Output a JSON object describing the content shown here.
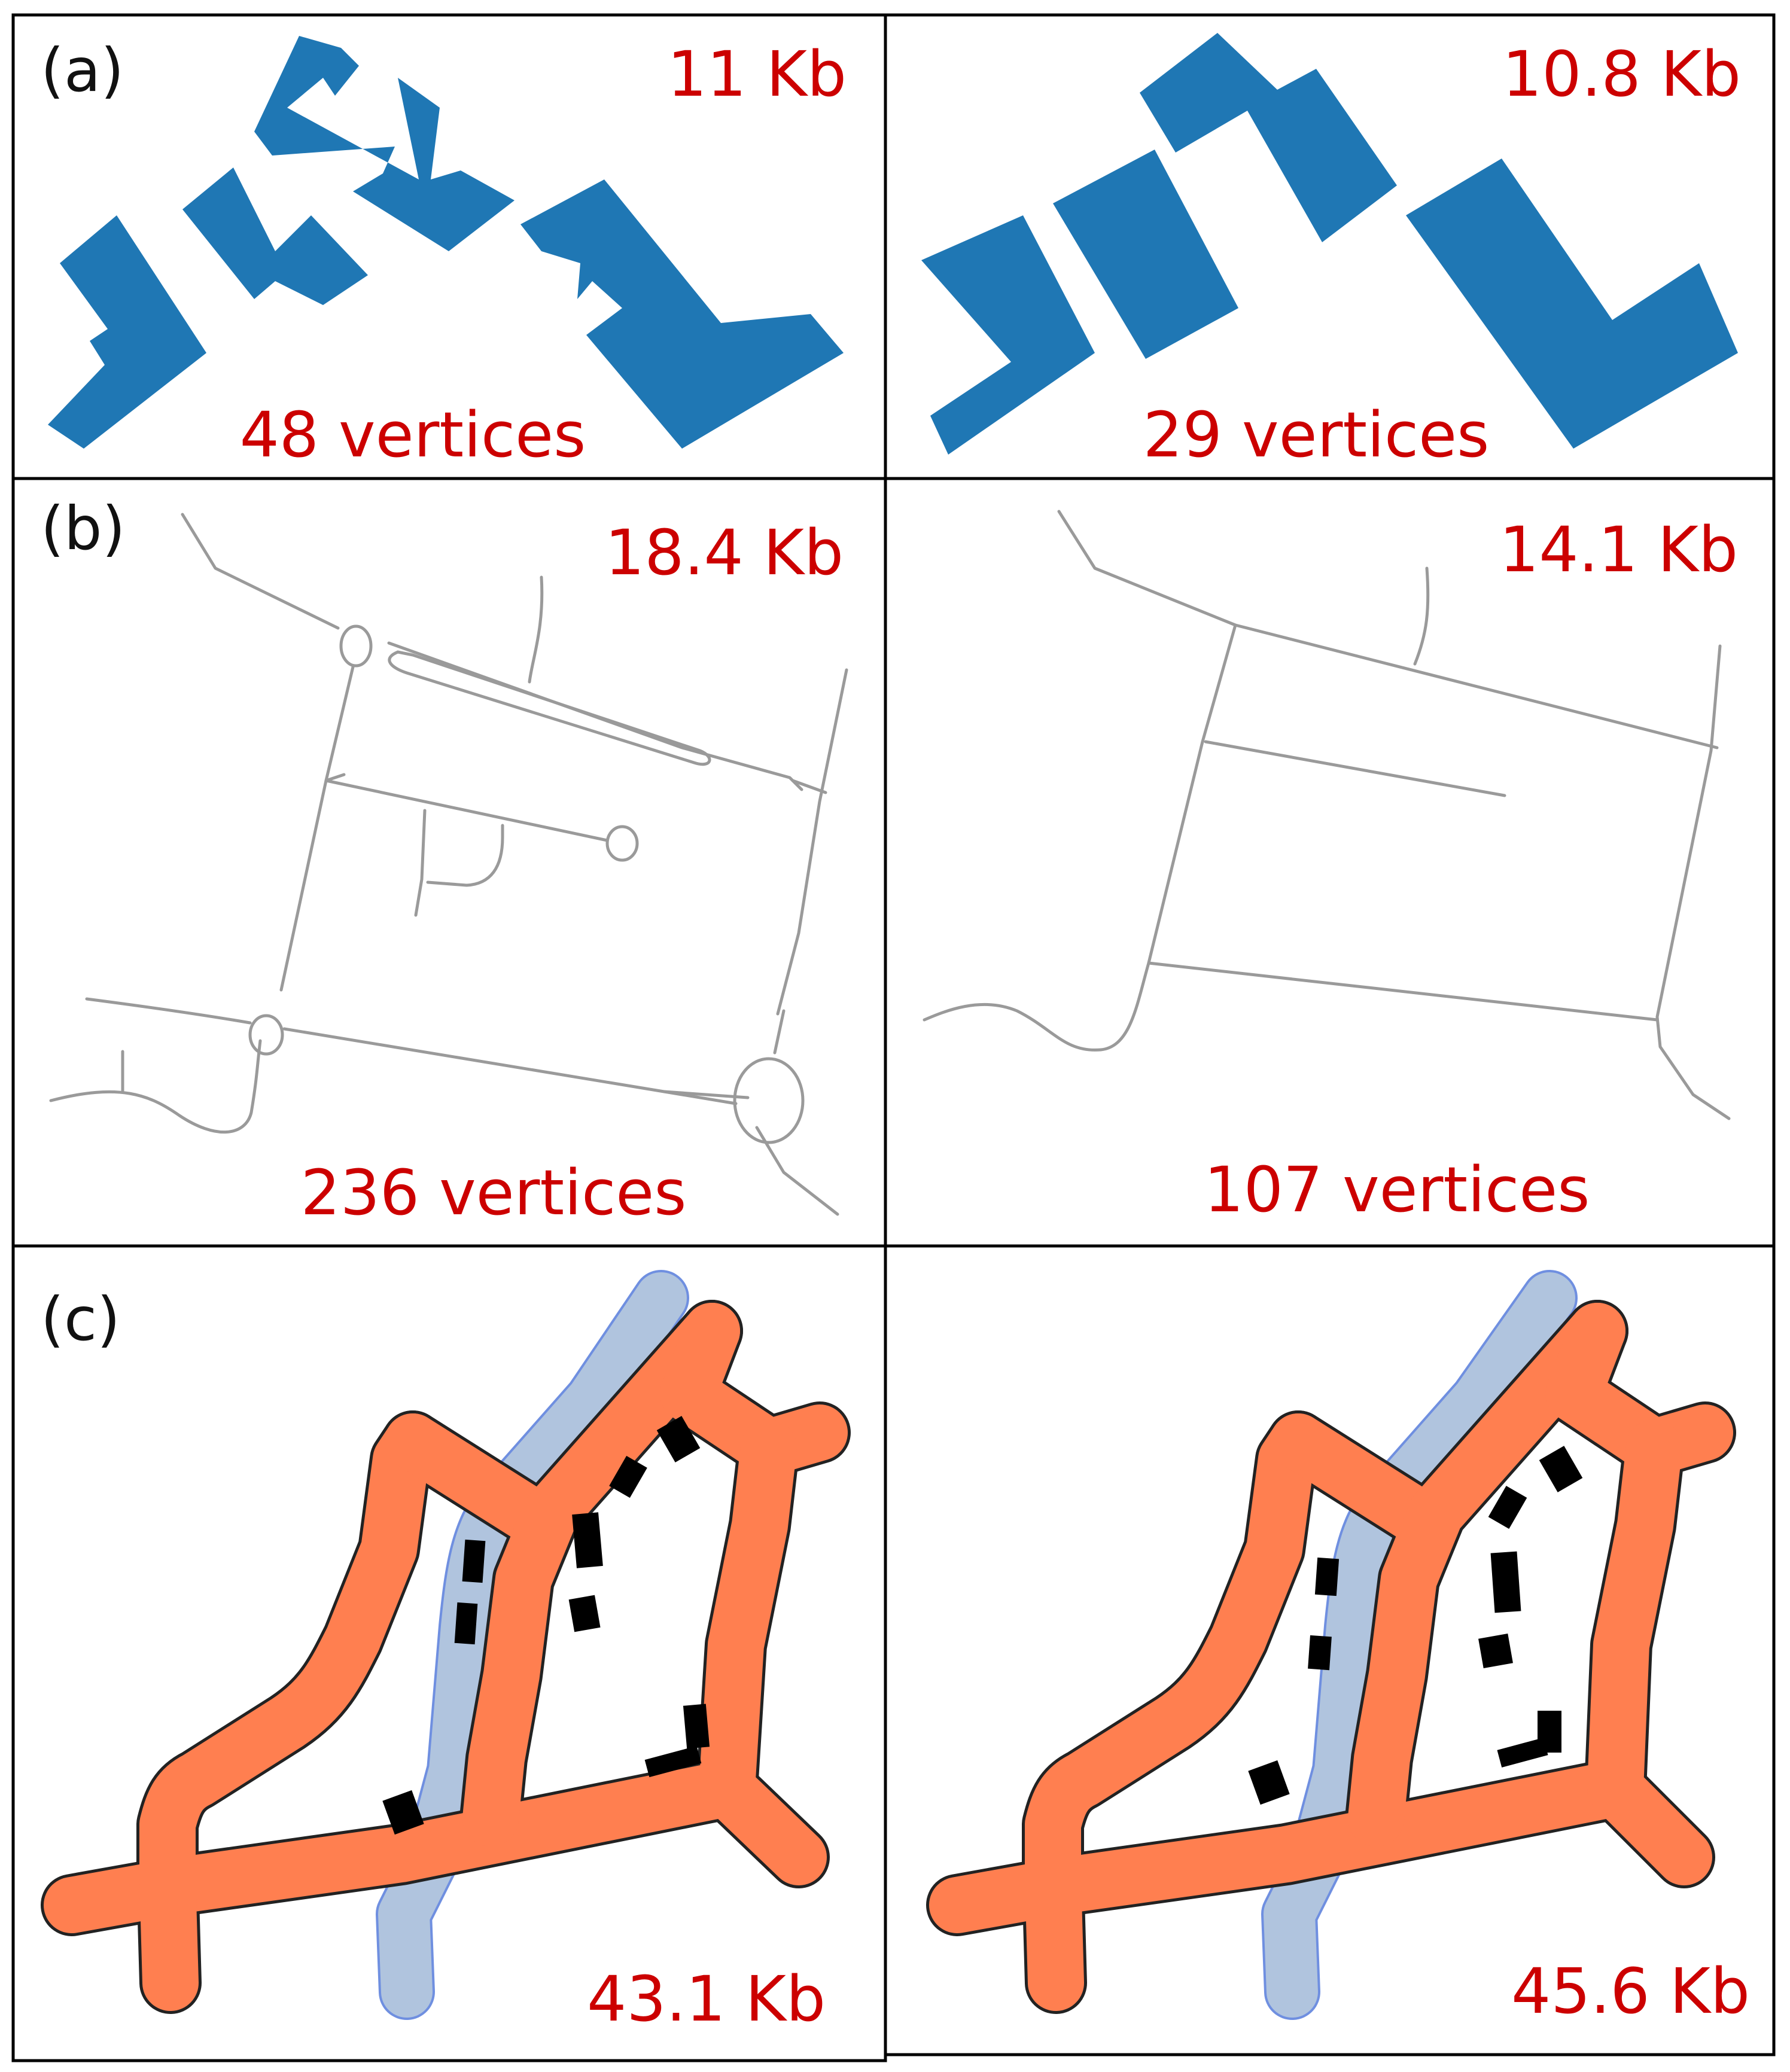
{
  "colors": {
    "building": "#1f77b4",
    "road_line": "#9a9a9a",
    "road_fill": "#ff7f50",
    "river": "#b0c4de",
    "river_edge": "#6f8fe0",
    "label": "#cc0000"
  },
  "rows": [
    {
      "tag": "(a)",
      "left": {
        "size": "11 Kb",
        "vertices": "48 vertices"
      },
      "right": {
        "size": "10.8 Kb",
        "vertices": "29 vertices"
      }
    },
    {
      "tag": "(b)",
      "left": {
        "size": "18.4 Kb",
        "vertices": "236 vertices"
      },
      "right": {
        "size": "14.1 Kb",
        "vertices": "107 vertices"
      }
    },
    {
      "tag": "(c)",
      "left": {
        "size": "43.1 Kb"
      },
      "right": {
        "size": "45.6 Kb"
      }
    }
  ]
}
